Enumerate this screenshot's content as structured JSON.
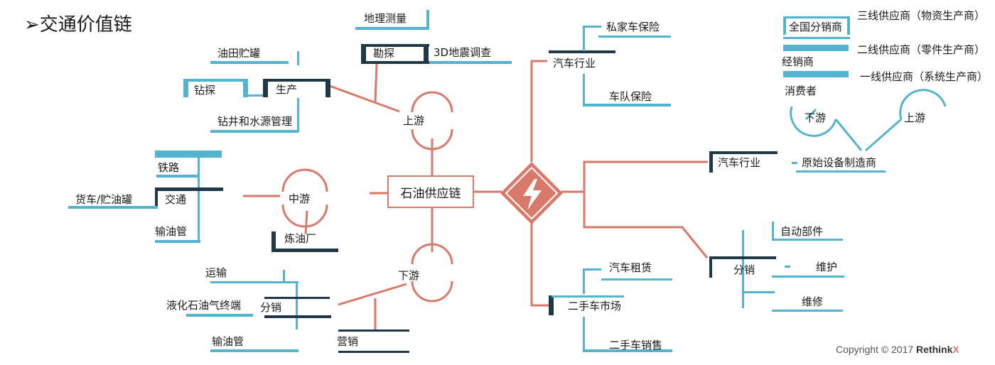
{
  "title": "交通价值链",
  "bullet": "➢",
  "center": "石油供应链",
  "stages": {
    "upstream": "上游",
    "midstream": "中游",
    "downstream": "下游"
  },
  "upstream": {
    "production": "生产",
    "production_items": [
      "油田贮罐",
      "钻探",
      "钻井和水源管理"
    ],
    "exploration": "勘探",
    "exploration_items": [
      "地理测量",
      "3D地震调查"
    ]
  },
  "midstream": {
    "transport": "交通",
    "transport_items": [
      "铁路",
      "货车/贮油罐",
      "输油管"
    ],
    "refinery": "炼油厂"
  },
  "downstream": {
    "distribution": "分销",
    "distribution_items": [
      "运输",
      "液化石油气终端",
      "输油管"
    ],
    "marketing": "营销"
  },
  "auto_top": {
    "industry": "汽车行业",
    "items": [
      "私家车保险",
      "车队保险"
    ]
  },
  "used_market": {
    "label": "二手车市场",
    "items": [
      "汽车租赁",
      "二手车销售"
    ]
  },
  "auto_right": {
    "industry": "汽车行业",
    "oem": "原始设备制造商",
    "downstream": "下游",
    "upstream": "上游"
  },
  "legend": {
    "national_distributor": "全国分销商",
    "dealer": "经销商",
    "consumer": "消费者",
    "tier3": "三线供应商（物资生产商）",
    "tier2": "二线供应商（零件生产商）",
    "tier1": "一线供应商（系统生产商）"
  },
  "distribution_right": {
    "label": "分销",
    "items": [
      "自动部件",
      "维护",
      "维修"
    ]
  },
  "copyright": {
    "prefix": "Copyright © 2017 ",
    "brand": "Rethink",
    "brand_x": "X"
  },
  "colors": {
    "salmon": "#d8796a",
    "teal": "#54b3cf",
    "navy": "#1f3948",
    "text": "#1a1a1a"
  },
  "icons": {
    "center_diamond": "lightning-bolt-icon"
  }
}
